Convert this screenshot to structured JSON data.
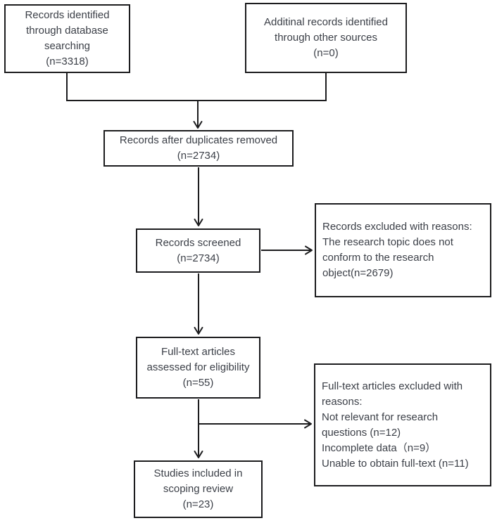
{
  "diagram": {
    "type": "flowchart",
    "subject": "study-selection-flow",
    "colors": {
      "box_border": "#1c1c1e",
      "connector_line": "#1c1c1e",
      "text": "#3b3f47",
      "background": "#ffffff"
    },
    "boxes": {
      "db_search": {
        "text": "Records identified\nthrough database\nsearching\n(n=3318)",
        "n": 3318
      },
      "other_sources": {
        "text": "Additinal records identified\nthrough other sources\n(n=0)",
        "n": 0
      },
      "duplicates_removed": {
        "text": "Records after duplicates removed\n(n=2734)",
        "n": 2734
      },
      "screened": {
        "text": "Records screened\n(n=2734)",
        "n": 2734
      },
      "records_excluded": {
        "text": "Records excluded with reasons:\nThe research topic does not\nconform to the research\nobject(n=2679)",
        "n": 2679
      },
      "fulltext_assessed": {
        "text": "Full-text articles\nassessed for eligibility\n(n=55)",
        "n": 55
      },
      "fulltext_excluded": {
        "text": "Full-text articles excluded with\nreasons:\nNot relevant for research\nquestions (n=12)\nIncomplete data（n=9）\nUnable to obtain full-text (n=11)",
        "n_not_relevant": 12,
        "n_incomplete": 9,
        "n_no_fulltext": 11
      },
      "included": {
        "text": "Studies included in\nscoping review\n(n=23)",
        "n": 23
      }
    }
  }
}
